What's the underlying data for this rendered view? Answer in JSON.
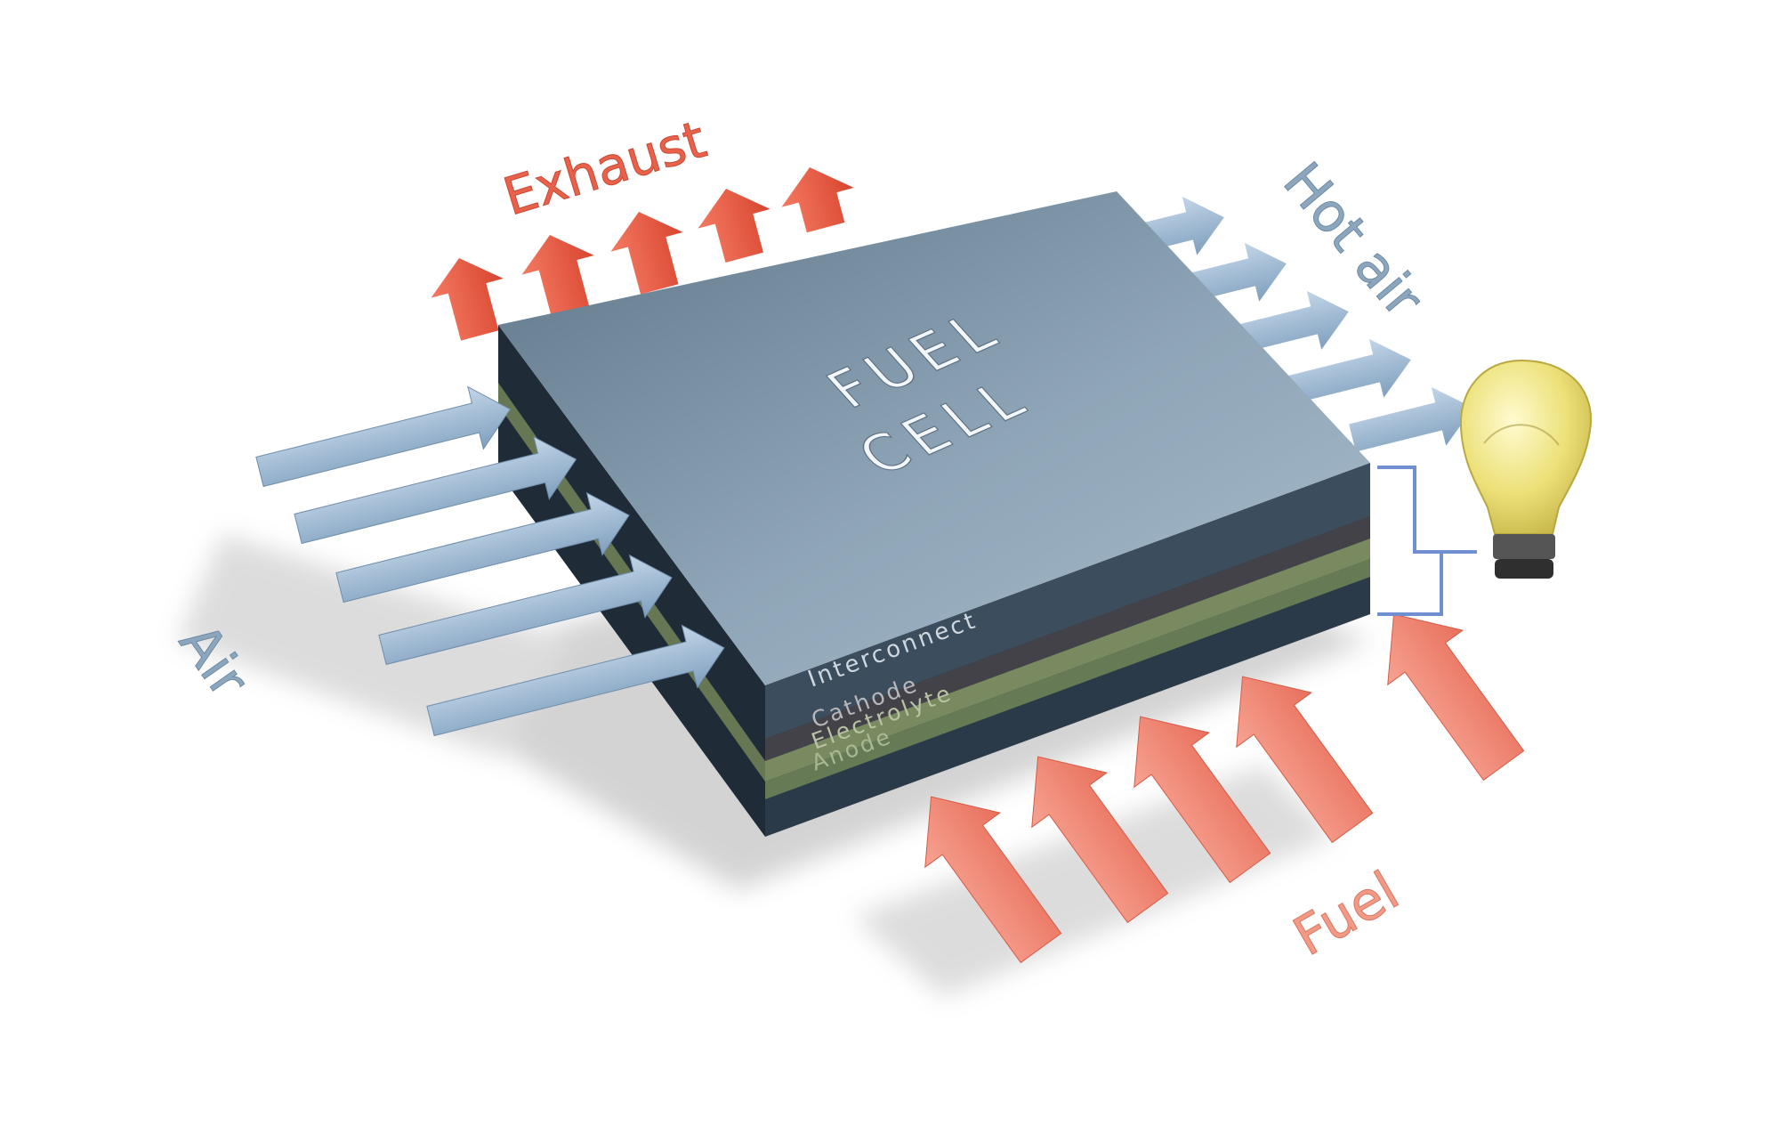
{
  "diagram": {
    "title_line1": "FUEL",
    "title_line2": "CELL",
    "layers": {
      "interconnect": "Interconnect",
      "cathode": "Cathode",
      "electrolyte": "Electrolyte",
      "anode": "Anode"
    },
    "flows": {
      "air": "Air",
      "hot_air": "Hot air",
      "exhaust": "Exhaust",
      "fuel": "Fuel"
    },
    "colors": {
      "air_arrow": "#9bbbd8",
      "exhaust_arrow": "#f0604a",
      "fuel_arrow": "#f58a78",
      "top_face": "#8ea4b6",
      "side_dark": "#2e3e4e",
      "electrolyte_layer": "#7a8a60",
      "bulb": "#f0e68c"
    },
    "icons": {
      "bulb": "light-bulb-icon"
    }
  }
}
